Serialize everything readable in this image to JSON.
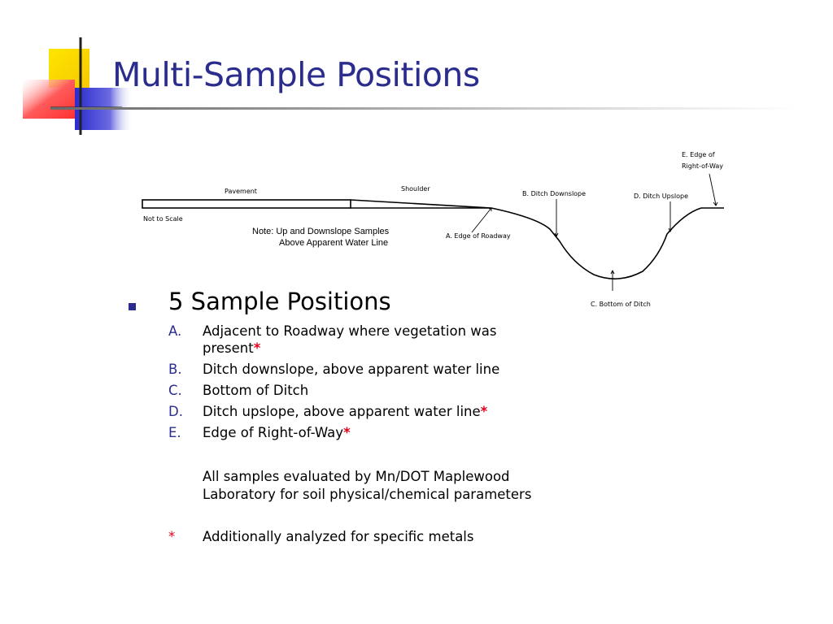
{
  "title": "Multi-Sample Positions",
  "colors": {
    "title": "#2b2d8e",
    "asterisk": "#e3001b",
    "deco_yellow": "#fddc00",
    "deco_red": "#ff4a4a",
    "deco_blue": "#3a3ad6"
  },
  "diagram": {
    "pavement": "Pavement",
    "shoulder": "Shoulder",
    "not_to_scale": "Not to Scale",
    "note_line1": "Note:  Up and Downslope Samples",
    "note_line2": "Above Apparent Water Line",
    "a_label": "A. Edge of Roadway",
    "b_label": "B. Ditch Downslope",
    "c_label": "C. Bottom of Ditch",
    "d_label": "D. Ditch Upslope",
    "e_label_line1": "E. Edge of",
    "e_label_line2": "Right-of-Way"
  },
  "bullet": "5 Sample Positions",
  "items": [
    {
      "letter": "A.",
      "text_line1": "Adjacent to Roadway where vegetation was",
      "text_line2": "present",
      "star": "*"
    },
    {
      "letter": "B.",
      "text": "Ditch downslope, above apparent water line",
      "star": ""
    },
    {
      "letter": "C.",
      "text": "Bottom of Ditch",
      "star": ""
    },
    {
      "letter": "D.",
      "text": "Ditch upslope, above apparent water line",
      "star": "*"
    },
    {
      "letter": "E.",
      "text": "Edge of Right-of-Way",
      "star": "*"
    }
  ],
  "note_line1": "All samples evaluated by Mn/DOT Maplewood",
  "note_line2": "Laboratory for soil physical/chemical parameters",
  "footnote_star": "*",
  "footnote_text": "Additionally analyzed for specific metals"
}
